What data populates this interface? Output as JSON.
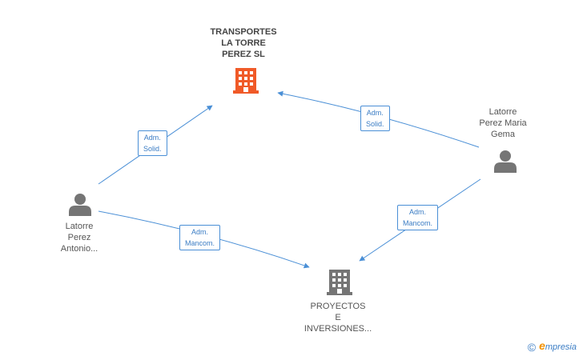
{
  "nodes": {
    "company_main": {
      "lines": [
        "TRANSPORTES",
        "LA TORRE",
        "PEREZ SL"
      ],
      "color": "#f05a28"
    },
    "company_secondary": {
      "lines": [
        "PROYECTOS",
        "E",
        "INVERSIONES..."
      ],
      "color": "#757575"
    },
    "person_left": {
      "lines": [
        "Latorre",
        "Perez",
        "Antonio..."
      ],
      "color": "#757575"
    },
    "person_right": {
      "lines": [
        "Latorre",
        "Perez Maria",
        "Gema"
      ],
      "color": "#757575"
    }
  },
  "edges": [
    {
      "from": "person_left",
      "to": "company_main",
      "role": [
        "Adm.",
        "Solid."
      ]
    },
    {
      "from": "person_left",
      "to": "company_secondary",
      "role": [
        "Adm.",
        "Mancom."
      ]
    },
    {
      "from": "person_right",
      "to": "company_main",
      "role": [
        "Adm.",
        "Solid."
      ]
    },
    {
      "from": "person_right",
      "to": "company_secondary",
      "role": [
        "Adm.",
        "Mancom."
      ]
    }
  ],
  "branding": {
    "copyright_symbol": "©",
    "logo_first": "e",
    "logo_rest": "mpresia"
  },
  "colors": {
    "edge": "#4a8fd6",
    "accent": "#f05a28",
    "icon_gray": "#757575"
  }
}
